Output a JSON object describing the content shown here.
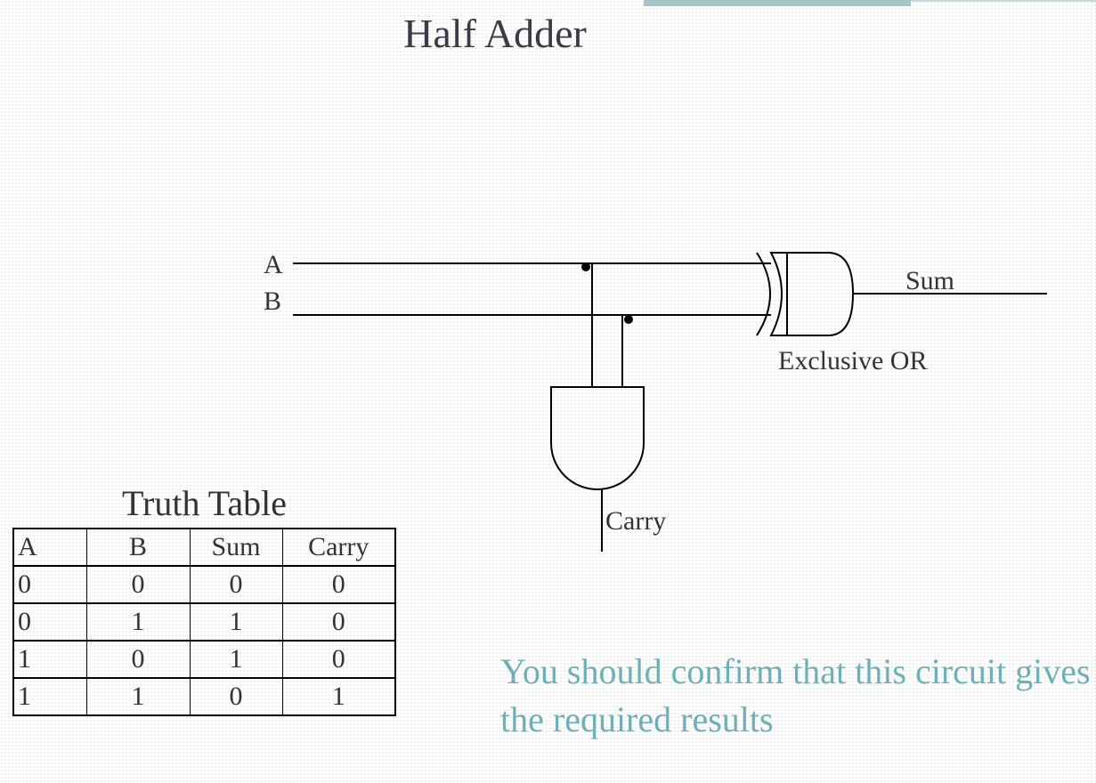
{
  "title": "Half Adder",
  "inputs": {
    "a": "A",
    "b": "B"
  },
  "outputs": {
    "sum": "Sum",
    "carry": "Carry"
  },
  "gates": {
    "xor_label": "Exclusive OR"
  },
  "truth_table": {
    "title": "Truth Table",
    "headers": [
      "A",
      "B",
      "Sum",
      "Carry"
    ],
    "rows": [
      [
        "0",
        "0",
        "0",
        "0"
      ],
      [
        "0",
        "1",
        "1",
        "0"
      ],
      [
        "1",
        "0",
        "1",
        "0"
      ],
      [
        "1",
        "1",
        "0",
        "1"
      ]
    ]
  },
  "note": "You should confirm that this circuit gives the required results",
  "colors": {
    "accent": "#a8c4c8",
    "note_text": "#6fb0b8",
    "title_text": "#3a3a48"
  }
}
